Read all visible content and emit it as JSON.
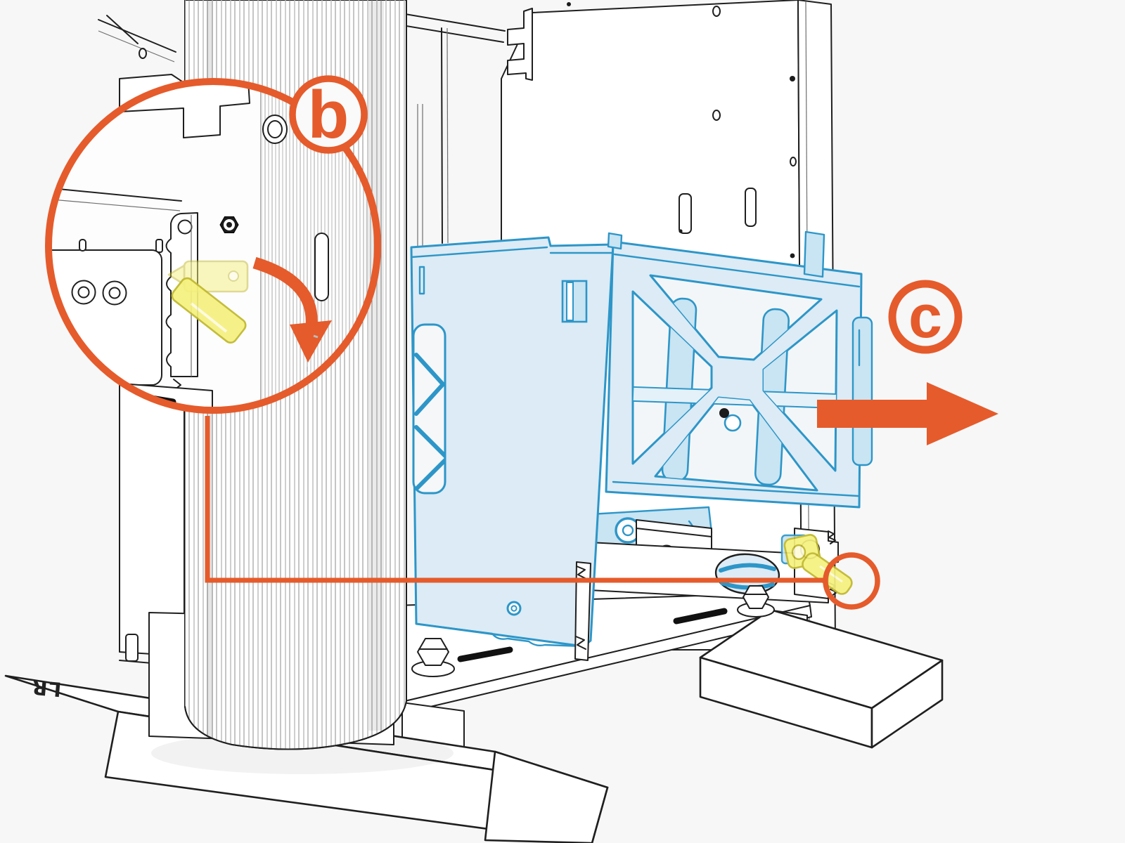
{
  "page": {
    "background": "#F7F7F8"
  },
  "palette": {
    "accent_orange": "#E55B2B",
    "blue_stroke": "#2D96C8",
    "blue_fill": "#DCEBF5",
    "blue_fill_deep": "#C9E4F2",
    "yellow_fill": "#F5F17E",
    "yellow_stroke": "#C0B82C",
    "line_color": "#1F1F1F"
  },
  "callouts": {
    "b": {
      "label": "b",
      "icon": "magnifier-detail-circle",
      "gesture_icon": "rotate-clockwise-arrow"
    },
    "c": {
      "label": "c",
      "icon": "slide-right-arrow"
    }
  },
  "highlight_icons": {
    "clip_ring": "clip-highlight-circle",
    "connector": "detail-connector-line"
  },
  "base_mark": {
    "label": "LR"
  }
}
